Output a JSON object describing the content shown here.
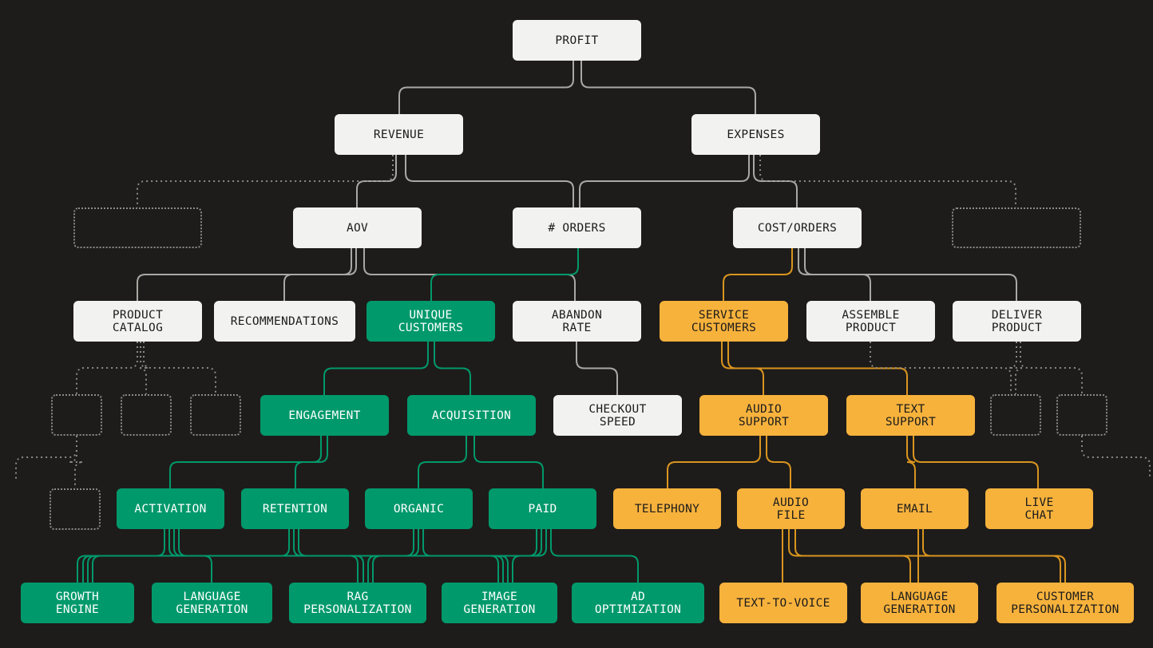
{
  "colors": {
    "background": "#1e1c1a",
    "neutral": "#f2f2f0",
    "green": "#00996b",
    "orange": "#f7b23c",
    "neutral_link": "#a8a8a4",
    "green_link": "#00996b",
    "orange_link": "#d9951f",
    "dotted": "#8a8a86"
  },
  "nodes": {
    "profit": "PROFIT",
    "revenue": "REVENUE",
    "expenses": "EXPENSES",
    "aov": "AOV",
    "orders": "# ORDERS",
    "cost_orders": "COST/ORDERS",
    "product_catalog": "PRODUCT\nCATALOG",
    "recommendations": "RECOMMENDATIONS",
    "unique_customers": "UNIQUE\nCUSTOMERS",
    "abandon_rate": "ABANDON\nRATE",
    "service_customers": "SERVICE\nCUSTOMERS",
    "assemble_product": "ASSEMBLE\nPRODUCT",
    "deliver_product": "DELIVER\nPRODUCT",
    "engagement": "ENGAGEMENT",
    "acquisition": "ACQUISITION",
    "checkout_speed": "CHECKOUT\nSPEED",
    "audio_support": "AUDIO\nSUPPORT",
    "text_support": "TEXT\nSUPPORT",
    "activation": "ACTIVATION",
    "retention": "RETENTION",
    "organic": "ORGANIC",
    "paid": "PAID",
    "telephony": "TELEPHONY",
    "audio_file": "AUDIO\nFILE",
    "email": "EMAIL",
    "live_chat": "LIVE\nCHAT",
    "growth_engine": "GROWTH\nENGINE",
    "language_generation_g": "LANGUAGE\nGENERATION",
    "rag_personalization": "RAG\nPERSONALIZATION",
    "image_generation": "IMAGE\nGENERATION",
    "ad_optimization": "AD\nOPTIMIZATION",
    "text_to_voice": "TEXT-TO-VOICE",
    "language_generation_o": "LANGUAGE\nGENERATION",
    "customer_personalization": "CUSTOMER\nPERSONALIZATION"
  }
}
